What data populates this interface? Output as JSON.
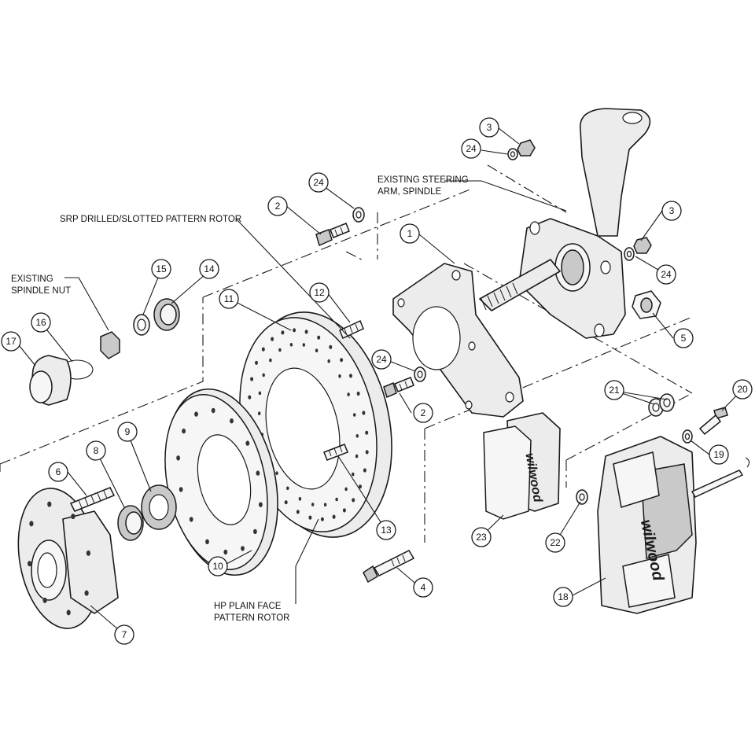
{
  "labels": {
    "srp_rotor": "SRP DRILLED/SLOTTED PATTERN ROTOR",
    "steering_line1": "EXISTING STEERING",
    "steering_line2": "ARM, SPINDLE",
    "spindle_nut_line1": "EXISTING",
    "spindle_nut_line2": "SPINDLE NUT",
    "hp_rotor_line1": "HP PLAIN FACE",
    "hp_rotor_line2": "PATTERN ROTOR",
    "brand_caliper": "wilwood",
    "brand_pad": "wilwood"
  },
  "callouts": {
    "c1": "1",
    "c2a": "2",
    "c2b": "2",
    "c3a": "3",
    "c3b": "3",
    "c4": "4",
    "c5": "5",
    "c6": "6",
    "c7": "7",
    "c8": "8",
    "c9": "9",
    "c10": "10",
    "c11": "11",
    "c12": "12",
    "c13": "13",
    "c14": "14",
    "c15": "15",
    "c16": "16",
    "c17": "17",
    "c18": "18",
    "c19": "19",
    "c20": "20",
    "c21": "21",
    "c22": "22",
    "c23": "23",
    "c24a": "24",
    "c24b": "24",
    "c24c": "24",
    "c24d": "24"
  }
}
